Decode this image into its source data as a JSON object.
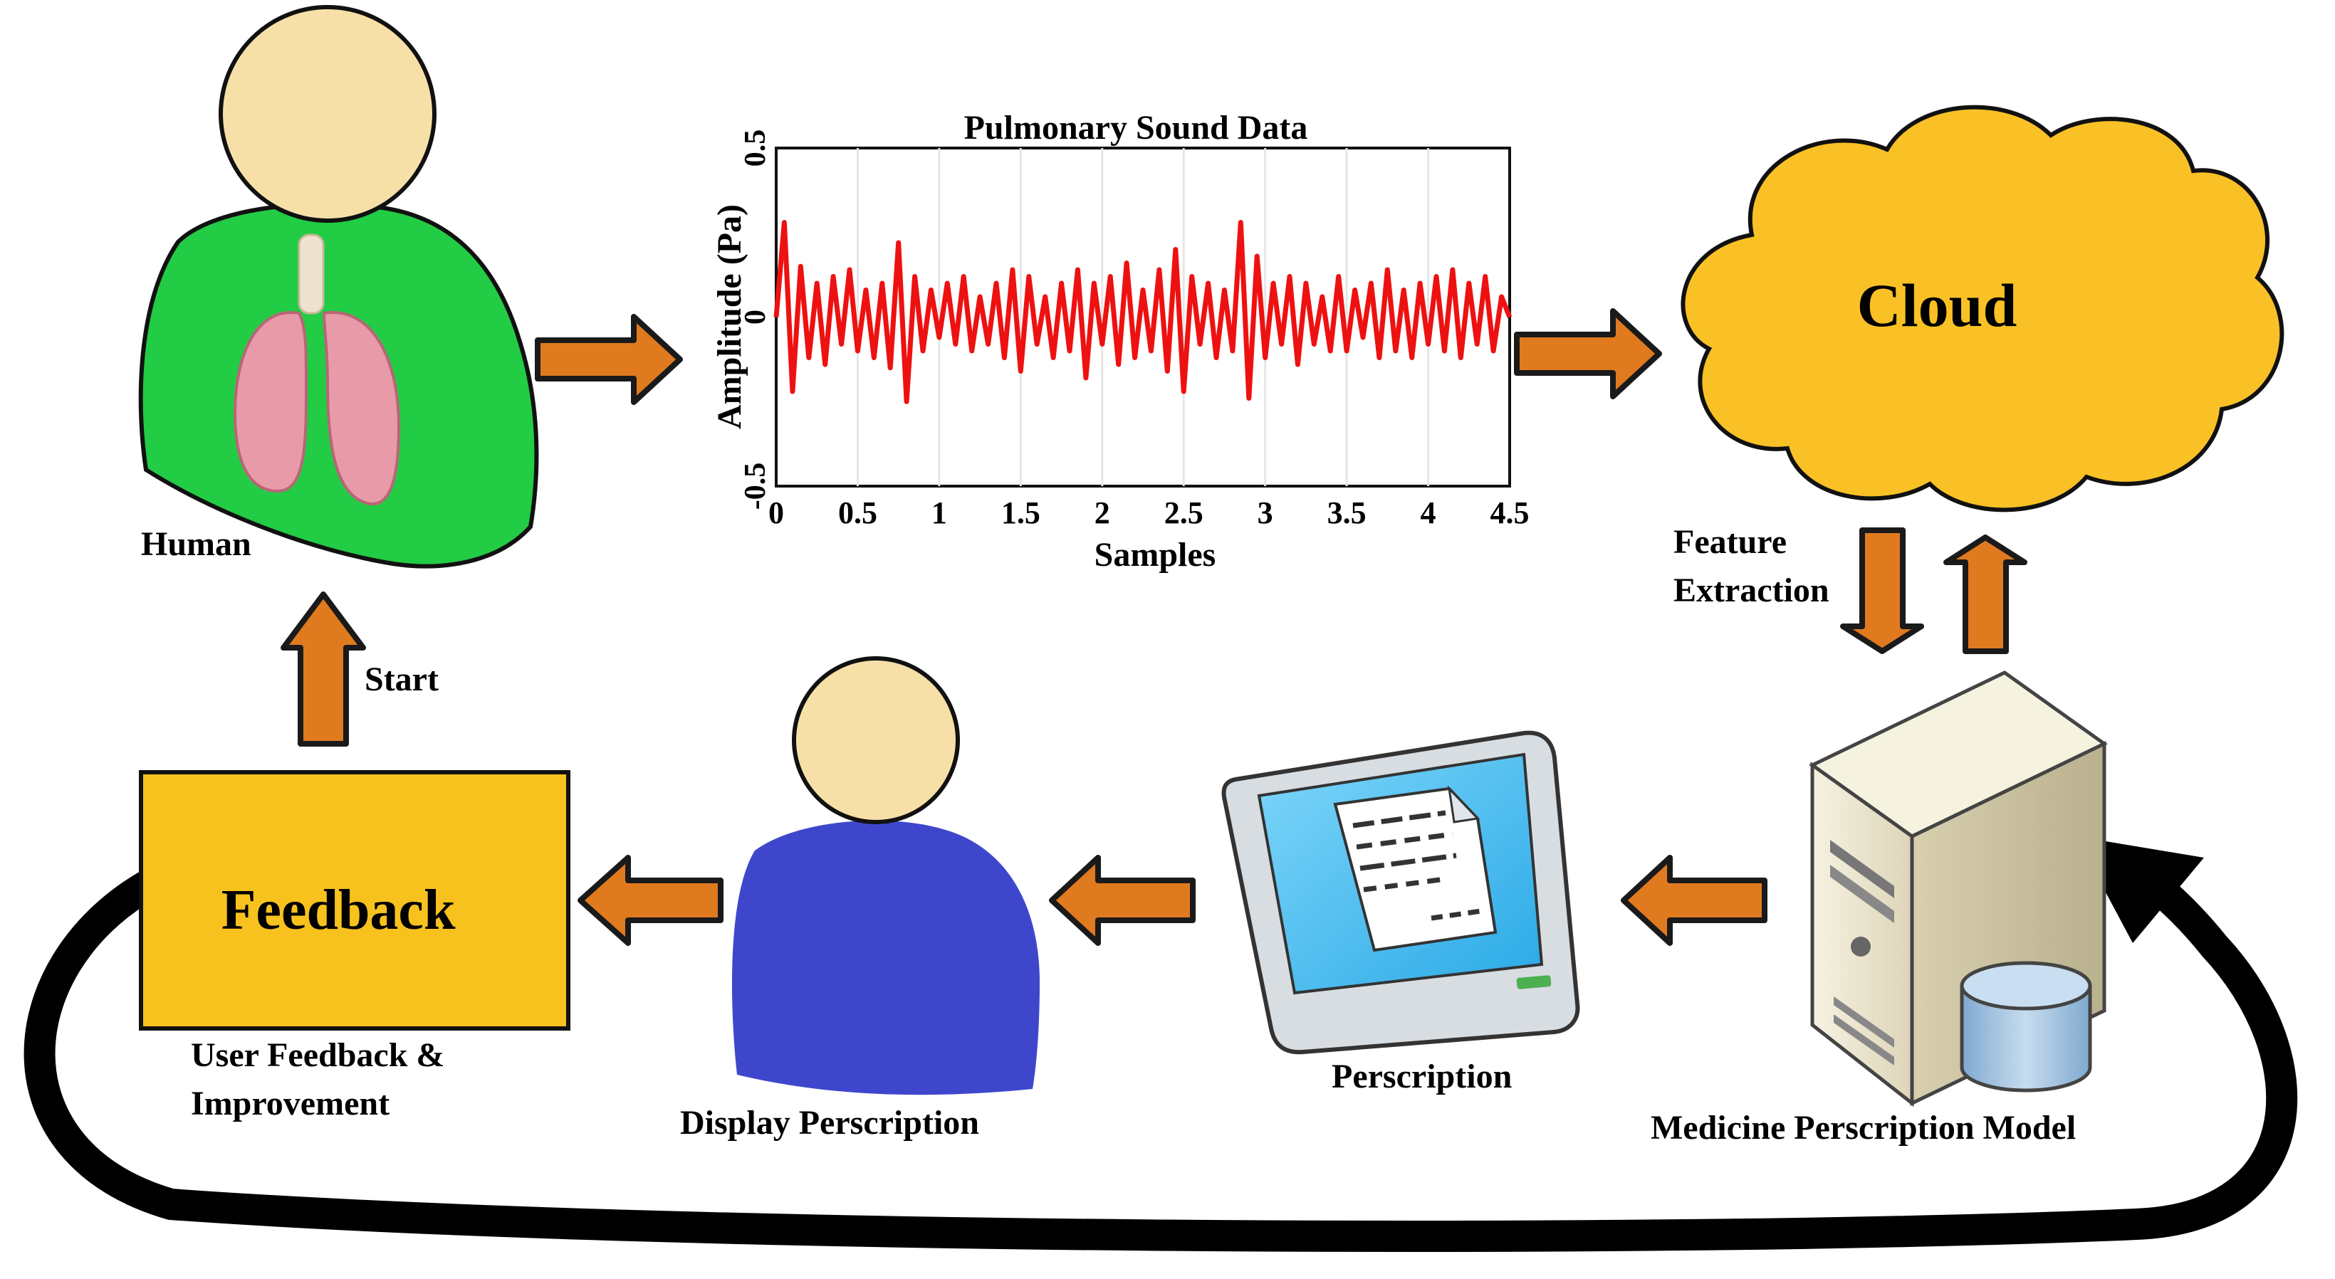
{
  "colors": {
    "arrow_fill": "#E07A1F",
    "arrow_stroke": "#1a1a1a",
    "human_body": "#22CC44",
    "skin": "#F7E0A8",
    "person_body": "#3E47CC",
    "cloud": "#F9C125",
    "feedback_box": "#F7C11E",
    "signal": "#EE1111",
    "screen": "#4FC3F7",
    "server": "#EFEAD6",
    "database": "#A9C8E3"
  },
  "icons": [
    "human-lungs-figure",
    "cloud",
    "server-with-database",
    "computer-monitor-with-document",
    "person-silhouette"
  ],
  "labels": {
    "human": "Human",
    "start": "Start",
    "feedback_box": "Feedback",
    "user_feedback_line1": "User Feedback &",
    "user_feedback_line2": "Improvement",
    "display_prescription": "Display Perscription",
    "prescription": "Perscription",
    "model": "Medicine Perscription Model",
    "cloud": "Cloud",
    "feature_line1": "Feature",
    "feature_line2": "Extraction"
  },
  "chart_data": {
    "type": "line",
    "title": "Pulmonary Sound Data",
    "xlabel": "Samples",
    "ylabel": "Amplitude (Pa)",
    "xlim": [
      0,
      4.5
    ],
    "ylim": [
      -0.5,
      0.5
    ],
    "xticks": [
      "0",
      "0.5",
      "1",
      "1.5",
      "2",
      "2.5",
      "3",
      "3.5",
      "4",
      "4.5"
    ],
    "yticks": [
      "0.5",
      "0",
      "-0.5"
    ],
    "x": [
      0,
      0.05,
      0.1,
      0.15,
      0.2,
      0.25,
      0.3,
      0.35,
      0.4,
      0.45,
      0.5,
      0.55,
      0.6,
      0.65,
      0.7,
      0.75,
      0.8,
      0.85,
      0.9,
      0.95,
      1.0,
      1.05,
      1.1,
      1.15,
      1.2,
      1.25,
      1.3,
      1.35,
      1.4,
      1.45,
      1.5,
      1.55,
      1.6,
      1.65,
      1.7,
      1.75,
      1.8,
      1.85,
      1.9,
      1.95,
      2.0,
      2.05,
      2.1,
      2.15,
      2.2,
      2.25,
      2.3,
      2.35,
      2.4,
      2.45,
      2.5,
      2.55,
      2.6,
      2.65,
      2.7,
      2.75,
      2.8,
      2.85,
      2.9,
      2.95,
      3.0,
      3.05,
      3.1,
      3.15,
      3.2,
      3.25,
      3.3,
      3.35,
      3.4,
      3.45,
      3.5,
      3.55,
      3.6,
      3.65,
      3.7,
      3.75,
      3.8,
      3.85,
      3.9,
      3.95,
      4.0,
      4.05,
      4.1,
      4.15,
      4.2,
      4.25,
      4.3,
      4.35,
      4.4,
      4.45,
      4.5
    ],
    "y": [
      0.0,
      0.28,
      -0.22,
      0.15,
      -0.12,
      0.1,
      -0.14,
      0.12,
      -0.08,
      0.14,
      -0.1,
      0.08,
      -0.12,
      0.1,
      -0.15,
      0.22,
      -0.25,
      0.12,
      -0.1,
      0.08,
      -0.06,
      0.1,
      -0.08,
      0.12,
      -0.1,
      0.06,
      -0.08,
      0.1,
      -0.12,
      0.14,
      -0.16,
      0.12,
      -0.08,
      0.06,
      -0.12,
      0.1,
      -0.1,
      0.14,
      -0.18,
      0.1,
      -0.08,
      0.12,
      -0.14,
      0.16,
      -0.12,
      0.08,
      -0.1,
      0.14,
      -0.16,
      0.2,
      -0.22,
      0.12,
      -0.08,
      0.1,
      -0.12,
      0.08,
      -0.1,
      0.28,
      -0.24,
      0.18,
      -0.12,
      0.1,
      -0.08,
      0.12,
      -0.14,
      0.1,
      -0.08,
      0.06,
      -0.1,
      0.12,
      -0.1,
      0.08,
      -0.06,
      0.1,
      -0.12,
      0.14,
      -0.1,
      0.08,
      -0.12,
      0.1,
      -0.08,
      0.12,
      -0.1,
      0.14,
      -0.12,
      0.1,
      -0.08,
      0.12,
      -0.1,
      0.06,
      0.0
    ],
    "grid": false
  }
}
